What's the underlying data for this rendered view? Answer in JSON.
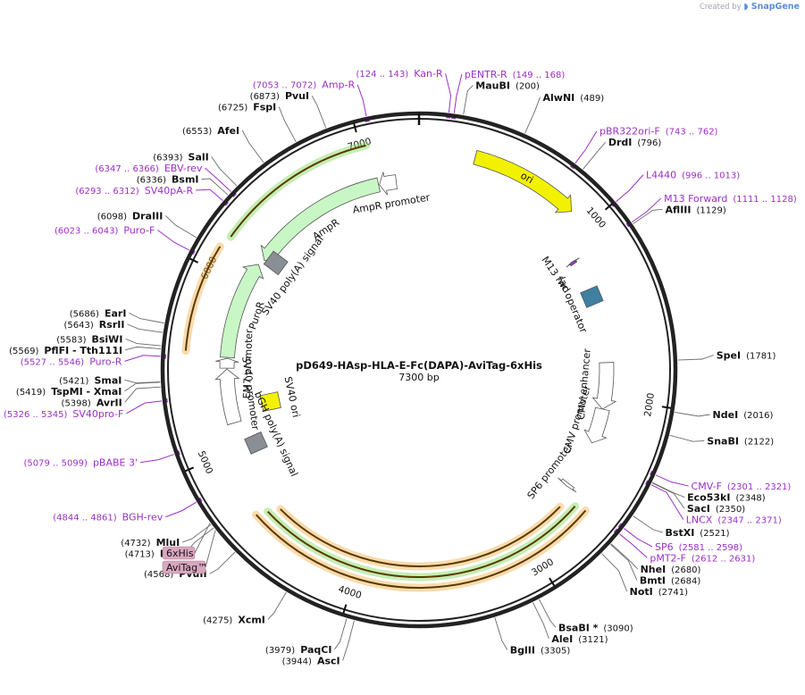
{
  "watermark": {
    "created_by": "Created by",
    "brand": "SnapGene"
  },
  "plasmid": {
    "name": "pD649-HAsp-HLA-E-Fc(DAPA)-AviTag-6xHis",
    "length_label": "7300 bp",
    "length": 7300
  },
  "ticks": [
    {
      "pos": 1000,
      "label": "1000"
    },
    {
      "pos": 2000,
      "label": "2000"
    },
    {
      "pos": 3000,
      "label": "3000"
    },
    {
      "pos": 4000,
      "label": "4000"
    },
    {
      "pos": 5000,
      "label": "5000"
    },
    {
      "pos": 6000,
      "label": "6000"
    },
    {
      "pos": 7000,
      "label": "7000"
    }
  ],
  "sites": [
    {
      "name": "MauBI",
      "pos": "(200)",
      "bp": 200,
      "side": "right"
    },
    {
      "name": "AlwNI",
      "pos": "(489)",
      "bp": 489,
      "side": "right"
    },
    {
      "name": "DrdI",
      "pos": "(796)",
      "bp": 796,
      "side": "right"
    },
    {
      "name": "AflIII",
      "pos": "(1129)",
      "bp": 1129,
      "side": "right"
    },
    {
      "name": "SpeI",
      "pos": "(1781)",
      "bp": 1781,
      "side": "right"
    },
    {
      "name": "NdeI",
      "pos": "(2016)",
      "bp": 2016,
      "side": "right"
    },
    {
      "name": "SnaBI",
      "pos": "(2122)",
      "bp": 2122,
      "side": "right"
    },
    {
      "name": "Eco53kI",
      "pos": "(2348)",
      "bp": 2348,
      "side": "right"
    },
    {
      "name": "SacI",
      "pos": "(2350)",
      "bp": 2350,
      "side": "right"
    },
    {
      "name": "BstXI",
      "pos": "(2521)",
      "bp": 2521,
      "side": "right"
    },
    {
      "name": "NheI",
      "pos": "(2680)",
      "bp": 2680,
      "side": "right"
    },
    {
      "name": "BmtI",
      "pos": "(2684)",
      "bp": 2684,
      "side": "right"
    },
    {
      "name": "NotI",
      "pos": "(2741)",
      "bp": 2741,
      "side": "right"
    },
    {
      "name": "BsaBI *",
      "pos": "(3090)",
      "bp": 3090,
      "side": "right"
    },
    {
      "name": "AleI",
      "pos": "(3121)",
      "bp": 3121,
      "side": "right"
    },
    {
      "name": "BglII",
      "pos": "(3305)",
      "bp": 3305,
      "side": "right"
    },
    {
      "name": "PaqCI",
      "pos": "(3979)",
      "bp": 3979,
      "side": "left"
    },
    {
      "name": "AscI",
      "pos": "(3944)",
      "bp": 3944,
      "side": "left"
    },
    {
      "name": "XcmI",
      "pos": "(4275)",
      "bp": 4275,
      "side": "left"
    },
    {
      "name": "PvuII",
      "pos": "(4568)",
      "bp": 4568,
      "side": "left"
    },
    {
      "name": "FseI",
      "pos": "(4713)",
      "bp": 4713,
      "side": "left"
    },
    {
      "name": "MluI",
      "pos": "(4732)",
      "bp": 4732,
      "side": "left"
    },
    {
      "name": "AvrII",
      "pos": "(5398)",
      "bp": 5398,
      "side": "left"
    },
    {
      "name": "TspMI  - XmaI",
      "pos": "(5419)",
      "bp": 5419,
      "side": "left"
    },
    {
      "name": "SmaI",
      "pos": "(5421)",
      "bp": 5421,
      "side": "left"
    },
    {
      "name": "PflFI  - Tth111I",
      "pos": "(5569)",
      "bp": 5569,
      "side": "left"
    },
    {
      "name": "BsiWI",
      "pos": "(5583)",
      "bp": 5583,
      "side": "left"
    },
    {
      "name": "RsrII",
      "pos": "(5643)",
      "bp": 5643,
      "side": "left"
    },
    {
      "name": "EarI",
      "pos": "(5686)",
      "bp": 5686,
      "side": "left"
    },
    {
      "name": "DraIII",
      "pos": "(6098)",
      "bp": 6098,
      "side": "left"
    },
    {
      "name": "BsmI",
      "pos": "(6336)",
      "bp": 6336,
      "side": "left"
    },
    {
      "name": "SalI",
      "pos": "(6393)",
      "bp": 6393,
      "side": "left"
    },
    {
      "name": "AfeI",
      "pos": "(6553)",
      "bp": 6553,
      "side": "left"
    },
    {
      "name": "FspI",
      "pos": "(6725)",
      "bp": 6725,
      "side": "left"
    },
    {
      "name": "PvuI",
      "pos": "(6873)",
      "bp": 6873,
      "side": "left"
    }
  ],
  "primers": [
    {
      "name": "Kan-R",
      "range": "(124 .. 143)",
      "bp": 134,
      "side": "left"
    },
    {
      "name": "pENTR-R",
      "range": "(149 .. 168)",
      "bp": 158,
      "side": "right"
    },
    {
      "name": "pBR322ori-F",
      "range": "(743 .. 762)",
      "bp": 752,
      "side": "right"
    },
    {
      "name": "L4440",
      "range": "(996 .. 1013)",
      "bp": 1004,
      "side": "right"
    },
    {
      "name": "M13 Forward",
      "range": "(1111 .. 1128)",
      "bp": 1120,
      "side": "right"
    },
    {
      "name": "CMV-F",
      "range": "(2301 .. 2321)",
      "bp": 2311,
      "side": "right"
    },
    {
      "name": "LNCX",
      "range": "(2347 .. 2371)",
      "bp": 2359,
      "side": "right"
    },
    {
      "name": "SP6",
      "range": "(2581 .. 2598)",
      "bp": 2590,
      "side": "right"
    },
    {
      "name": "pMT2-F",
      "range": "(2612 .. 2631)",
      "bp": 2622,
      "side": "right"
    },
    {
      "name": "BGH-rev",
      "range": "(4844 .. 4861)",
      "bp": 4852,
      "side": "left"
    },
    {
      "name": "pBABE 3'",
      "range": "(5079 .. 5099)",
      "bp": 5089,
      "side": "left"
    },
    {
      "name": "SV40pro-F",
      "range": "(5326 .. 5345)",
      "bp": 5335,
      "side": "left"
    },
    {
      "name": "Puro-R",
      "range": "(5527 .. 5546)",
      "bp": 5536,
      "side": "left"
    },
    {
      "name": "Puro-F",
      "range": "(6023 .. 6043)",
      "bp": 6033,
      "side": "left"
    },
    {
      "name": "SV40pA-R",
      "range": "(6293 .. 6312)",
      "bp": 6302,
      "side": "left"
    },
    {
      "name": "EBV-rev",
      "range": "(6347 .. 6366)",
      "bp": 6356,
      "side": "left"
    },
    {
      "name": "Amp-R",
      "range": "(7053 .. 7072)",
      "bp": 7062,
      "side": "left"
    }
  ],
  "tags": [
    {
      "name": "6xHis",
      "bp": 4740
    },
    {
      "name": "AviTag™",
      "bp": 4700
    }
  ],
  "features": [
    {
      "name": "ori",
      "color": "#f2f200",
      "start": 300,
      "end": 890,
      "dir": 1
    },
    {
      "name": "AmpR",
      "color": "#c8f7c5",
      "start": 6190,
      "end": 7050,
      "dir": -1
    },
    {
      "name": "AmpR promoter",
      "color": "#ffffff",
      "start": 7055,
      "end": 7160,
      "dir": -1
    },
    {
      "name": "M13 fwd",
      "color": "#9b30c6",
      "start": 1111,
      "end": 1128,
      "dir": -1
    },
    {
      "name": "lac operator",
      "color": "#3f7fa0",
      "start": 1350,
      "end": 1370,
      "dir": 0
    },
    {
      "name": "CMV enhancer",
      "color": "#ffffff",
      "start": 1780,
      "end": 2070,
      "dir": 1
    },
    {
      "name": "CMV promoter",
      "color": "#ffffff",
      "start": 2070,
      "end": 2290,
      "dir": 1
    },
    {
      "name": "SP6 promoter",
      "color": "#ffffff",
      "start": 2580,
      "end": 2600,
      "dir": 1
    },
    {
      "name": "bGH poly(A) signal",
      "color": "#8a8f96",
      "start": 4870,
      "end": 5100,
      "dir": 0
    },
    {
      "name": "SV40 promoter",
      "color": "#ffffff",
      "start": 5150,
      "end": 5480,
      "dir": 1
    },
    {
      "name": "EM7 promoter",
      "color": "#ffffff",
      "start": 5485,
      "end": 5545,
      "dir": 1
    },
    {
      "name": "PuroR",
      "color": "#c8f7c5",
      "start": 5550,
      "end": 6150,
      "dir": 1
    },
    {
      "name": "SV40 poly(A) signal",
      "color": "#8a8f96",
      "start": 6160,
      "end": 6280,
      "dir": 0
    },
    {
      "name": "SV40 ori",
      "color": "#f2f200",
      "start": 5160,
      "end": 5300,
      "dir": 0
    }
  ]
}
